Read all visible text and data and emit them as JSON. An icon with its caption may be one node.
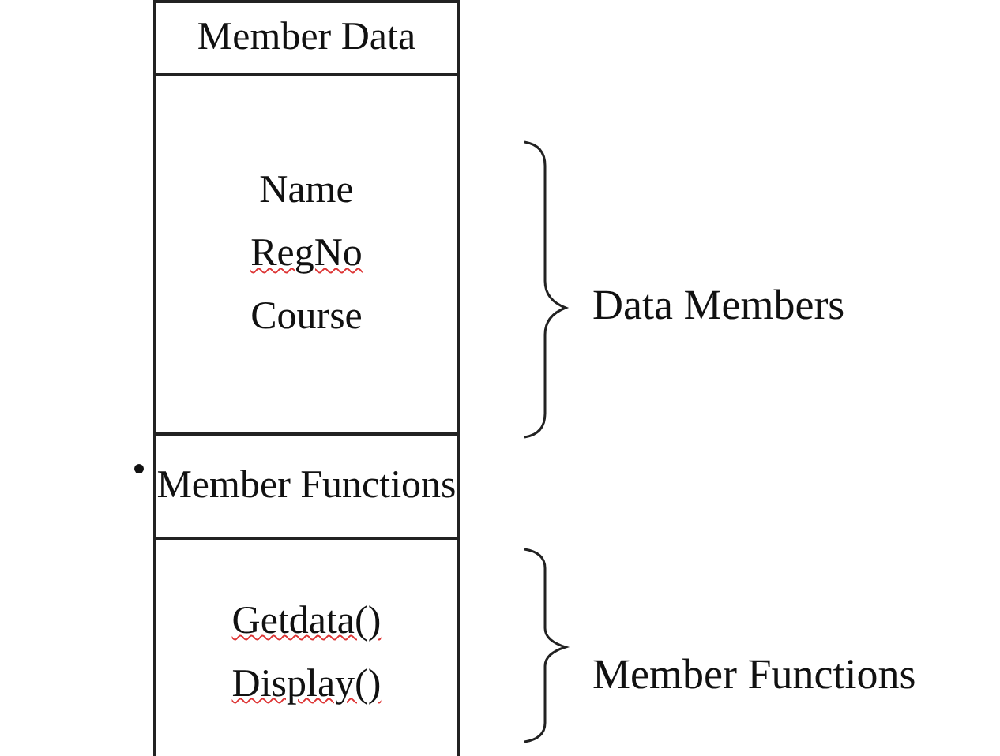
{
  "diagram": {
    "nodes": [
      {
        "text": [
          "Member Data"
        ]
      },
      {
        "text": [
          "Name",
          "RegNo",
          "Course"
        ]
      },
      {
        "text": [
          "Member Functions"
        ]
      },
      {
        "text": [
          "Getdata()",
          "Display()"
        ]
      }
    ],
    "labels": [
      "Data Members",
      "Member Functions"
    ]
  }
}
